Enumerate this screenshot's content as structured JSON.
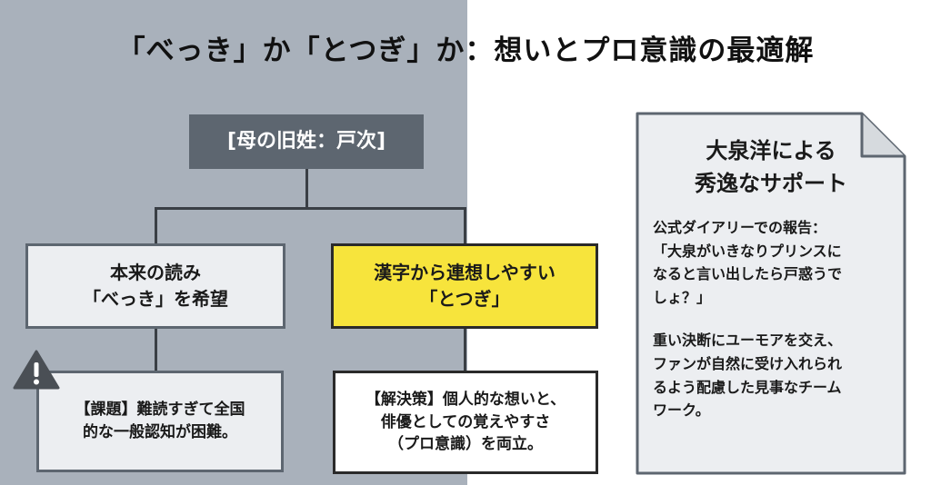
{
  "title": "「べっき」か「とつぎ」か：想いとプロ意識の最適解",
  "root": {
    "label": "[母の旧姓：戸次]"
  },
  "left": {
    "line1": "本来の読み",
    "line2": "「べっき」を希望",
    "problem_line1": "【課題】難読すぎて全国",
    "problem_line2": "的な一般認知が困難。"
  },
  "right": {
    "line1": "漢字から連想しやすい",
    "line2": "「とつぎ」",
    "solution_line1": "【解決策】個人的な想いと、",
    "solution_line2": "俳優としての覚えやすさ",
    "solution_line3": "（プロ意識）を両立。"
  },
  "note": {
    "title_line1": "大泉洋による",
    "title_line2": "秀逸なサポート",
    "p1_line1": "公式ダイアリーでの報告：",
    "p1_line2": "「大泉がいきなりプリンスに",
    "p1_line3": "なると言い出したら戸惑うで",
    "p1_line4": "しょ？」",
    "p2_line1": "重い決断にユーモアを交え、",
    "p2_line2": "ファンが自然に受け入れられ",
    "p2_line3": "るよう配慮した見事なチーム",
    "p2_line4": "ワーク。"
  },
  "colors": {
    "left_background": "#a9b1bb",
    "root_fill": "#5d6670",
    "highlight": "#f7e43c",
    "warning_icon": "#4a4f55"
  },
  "icons": {
    "warning": "warning-icon"
  }
}
